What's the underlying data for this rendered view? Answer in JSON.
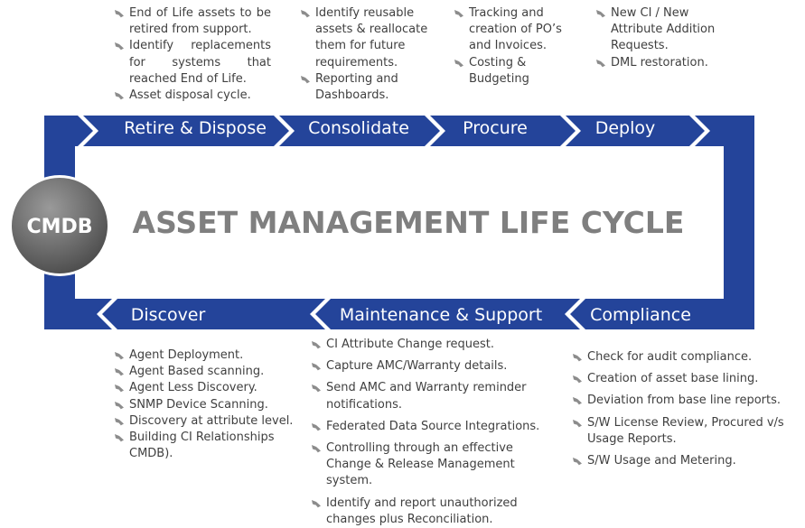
{
  "title": "ASSET MANAGEMENT LIFE CYCLE",
  "hub": {
    "label": "CMDB"
  },
  "colors": {
    "band": "#24449a",
    "hub": "#6d6d6d",
    "title": "#7f7f7f",
    "bullet_text": "#404040",
    "bullet_icon": "#8c8c8c"
  },
  "bullet_icon": "pointing-hand-icon",
  "stages": {
    "retire": "Retire & Dispose",
    "consolidate": "Consolidate",
    "procure": "Procure",
    "deploy": "Deploy",
    "compliance": "Compliance",
    "maintenance": "Maintenance & Support",
    "discover": "Discover"
  },
  "notes": {
    "retire": [
      "End of Life assets to be retired from support.",
      "Identify replacements for systems that reached End of Life.",
      "Asset disposal cycle."
    ],
    "consolidate": [
      "Identify reusable assets & reallocate them for future requirements.",
      "Reporting and Dashboards."
    ],
    "procure": [
      "Tracking and creation of PO’s and Invoices.",
      "Costing & Budgeting"
    ],
    "deploy": [
      "New CI / New Attribute Addition Requests.",
      "DML restoration."
    ],
    "discover": [
      "Agent Deployment.",
      "Agent Based scanning.",
      "Agent Less Discovery.",
      "SNMP Device Scanning.",
      "Discovery at attribute level.",
      "Building CI Relationships CMDB)."
    ],
    "maintenance": [
      "CI Attribute Change request.",
      "Capture AMC/Warranty details.",
      "Send AMC and Warranty reminder notifications.",
      "Federated Data Source Integrations.",
      "Controlling through an effective Change & Release Management system.",
      "Identify and report unauthorized changes plus Reconciliation."
    ],
    "compliance": [
      "Check for audit compliance.",
      "Creation of asset base lining.",
      "Deviation from base line reports.",
      "S/W License Review, Procured v/s Usage Reports.",
      "S/W Usage and Metering."
    ]
  }
}
